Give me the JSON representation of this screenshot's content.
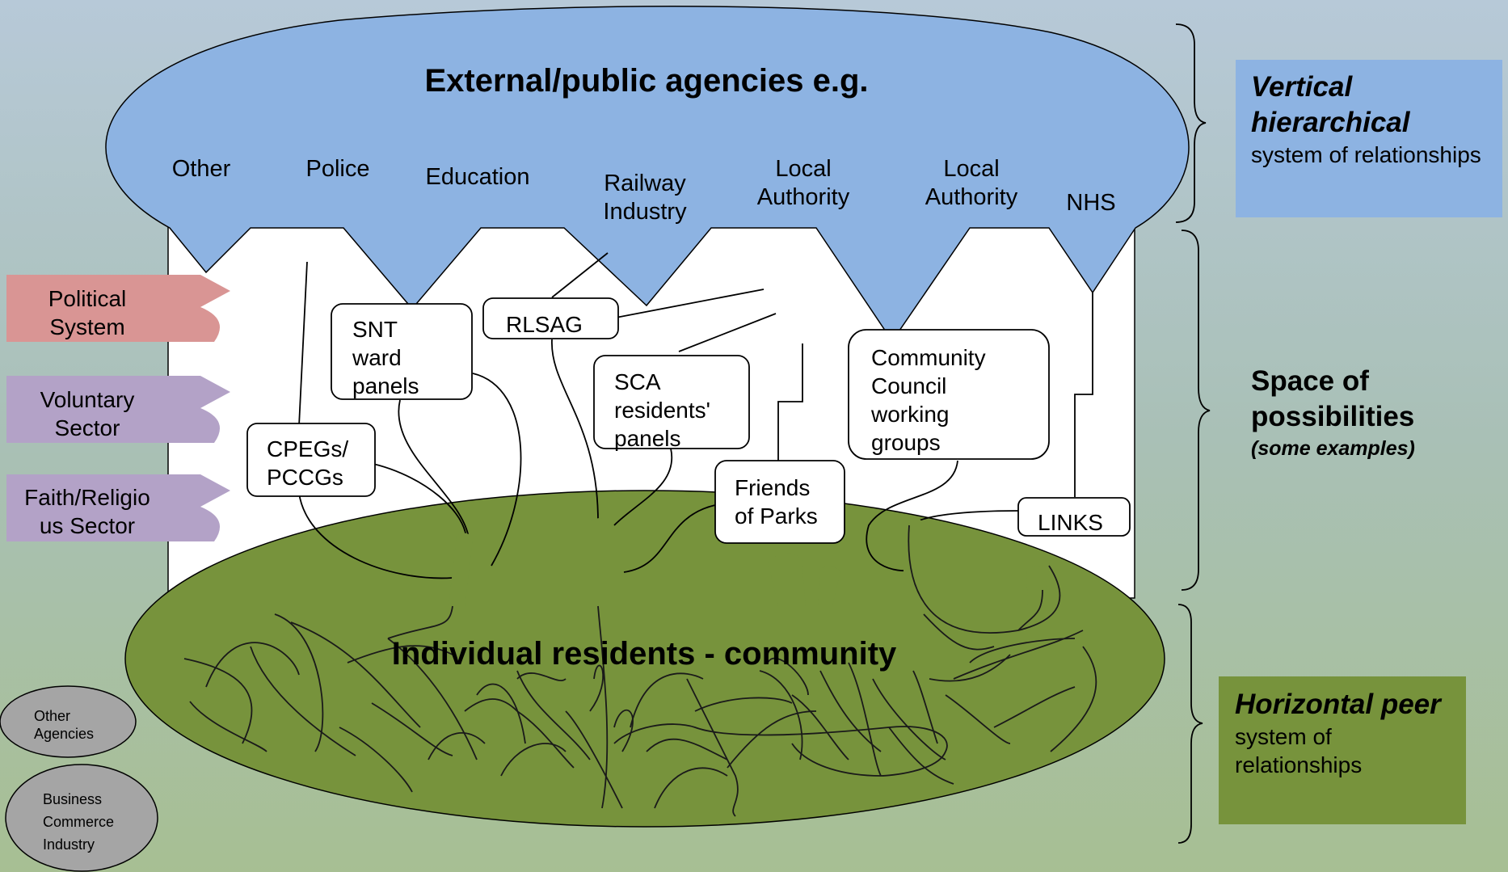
{
  "external": {
    "title": "External/public agencies e.g.",
    "agencies": [
      {
        "label": "Other"
      },
      {
        "label": "Police"
      },
      {
        "label": "Education"
      },
      {
        "label": "Railway Industry"
      },
      {
        "label": "Local Authority"
      },
      {
        "label": "Local Authority"
      },
      {
        "label": "NHS"
      }
    ]
  },
  "possibilities": {
    "boxes": [
      {
        "label": "SNT ward panels"
      },
      {
        "label": "RLSAG"
      },
      {
        "label": "SCA residents' panels"
      },
      {
        "label": "Community Council working groups"
      },
      {
        "label": "CPEGs/ PCCGs"
      },
      {
        "label": "Friends of Parks"
      },
      {
        "label": "LINKS"
      }
    ]
  },
  "community": {
    "title": "Individual residents - community"
  },
  "sectors": [
    {
      "label": "Political System",
      "color": "#d99594"
    },
    {
      "label": "Voluntary Sector",
      "color": "#b3a2c7"
    },
    {
      "label": "Faith/Religio us Sector",
      "color": "#b3a2c7"
    }
  ],
  "other_ellipses": [
    {
      "label": "Other Agencies"
    },
    {
      "label": "Business Commerce Industry"
    }
  ],
  "side": {
    "vertical": {
      "emph": "Vertical hierarchical",
      "plain": "system of relationships",
      "color": "#8db3e2"
    },
    "space": {
      "bold": "Space of possibilities",
      "sub": "(some examples)"
    },
    "horizontal": {
      "emph": "Horizontal peer",
      "plain": "system of relationships",
      "color": "#77933c"
    }
  },
  "colors": {
    "agency_blue": "#8db3e2",
    "community_green": "#77933c",
    "white_space": "#ffffff"
  }
}
